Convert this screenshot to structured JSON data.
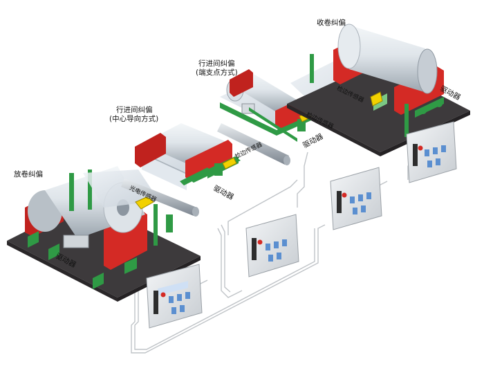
{
  "labels": {
    "unwind_guiding": "放卷纠偏",
    "center_guiding_l1": "行进间纠偏",
    "center_guiding_l2": "(中心导向方式)",
    "endpivot_guiding_l1": "行进间纠偏",
    "endpivot_guiding_l2": "(端支点方式)",
    "rewind_guiding": "收卷纠偏",
    "photo_sensor": "光电传感器",
    "edge_sensor_1": "检边传感器",
    "edge_sensor_2": "检边传感器",
    "edge_sensor_3": "检边传感器",
    "driver_1": "驱动器",
    "driver_2": "驱动器",
    "driver_3": "驱动器",
    "driver_4": "驱动器"
  },
  "colors": {
    "frame_red": "#d42a25",
    "bracket_green": "#2f9a45",
    "sensor_yellow": "#f2d100",
    "base_dark": "#3d3a3c",
    "roll_silver": "#c9d1d8",
    "controller_blue": "#5b8fd0"
  }
}
